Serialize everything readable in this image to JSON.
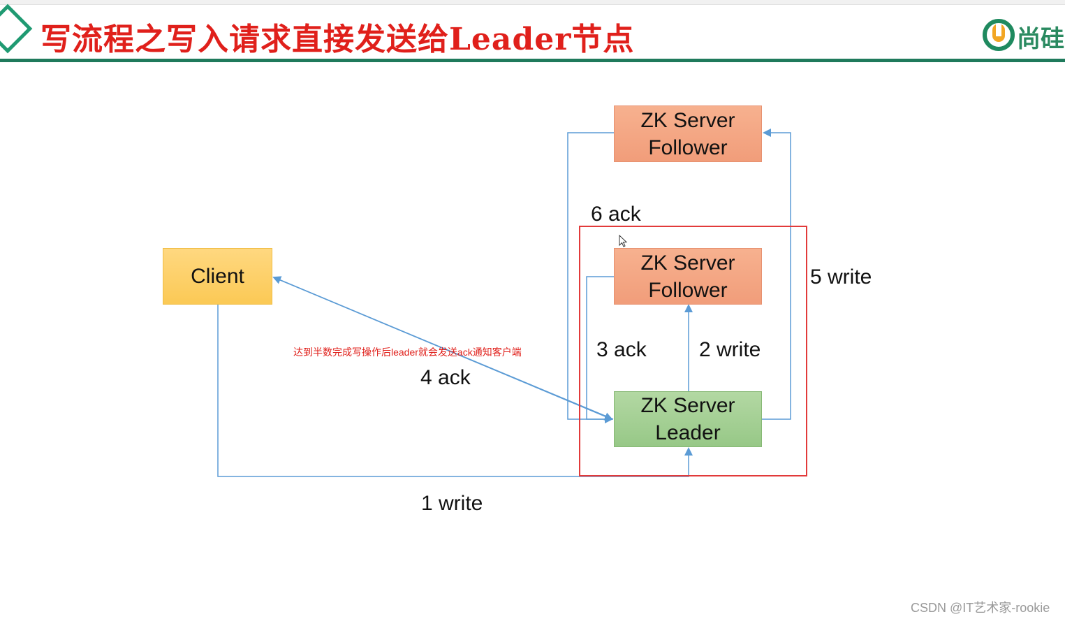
{
  "header": {
    "title": "写流程之写入请求直接发送给Leader节点",
    "logo_text": "尚硅"
  },
  "diagram": {
    "client": "Client",
    "follower_top": {
      "line1": "ZK Server",
      "line2": "Follower"
    },
    "follower_mid": {
      "line1": "ZK Server",
      "line2": "Follower"
    },
    "leader": {
      "line1": "ZK Server",
      "line2": "Leader"
    },
    "labels": {
      "write1": "1 write",
      "write2": "2 write",
      "ack3": "3 ack",
      "ack4": "4 ack",
      "write5": "5 write",
      "ack6": "6 ack"
    },
    "note": "达到半数完成写操作后leader就会发送ack通知客户端"
  },
  "watermark": "CSDN @IT艺术家-rookie",
  "colors": {
    "title": "#e0201b",
    "header_bar": "#1f7a5c",
    "line": "#5b9bd5",
    "highlight_box": "#e23a3a"
  }
}
